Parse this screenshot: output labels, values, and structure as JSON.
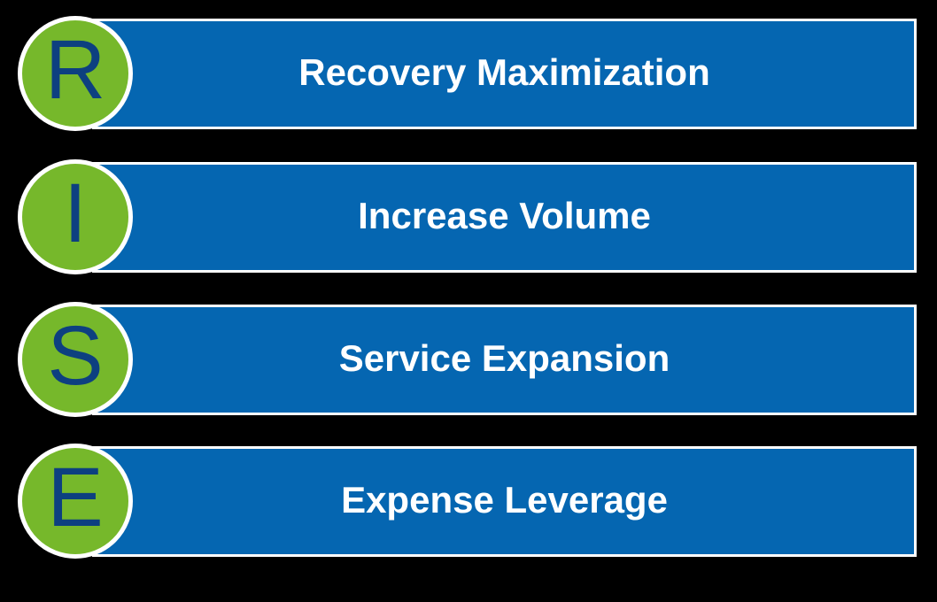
{
  "diagram": {
    "acronym": "RISE",
    "background_color": "#000000",
    "bar_color": "#0566B1",
    "bar_border_color": "#FFFFFF",
    "circle_color": "#76B82B",
    "circle_border_color": "#FFFFFF",
    "letter_color": "#0D4080",
    "label_color": "#FFFFFF",
    "items": [
      {
        "letter": "R",
        "label": "Recovery Maximization"
      },
      {
        "letter": "I",
        "label": "Increase Volume"
      },
      {
        "letter": "S",
        "label": "Service Expansion"
      },
      {
        "letter": "E",
        "label": "Expense Leverage"
      }
    ]
  }
}
